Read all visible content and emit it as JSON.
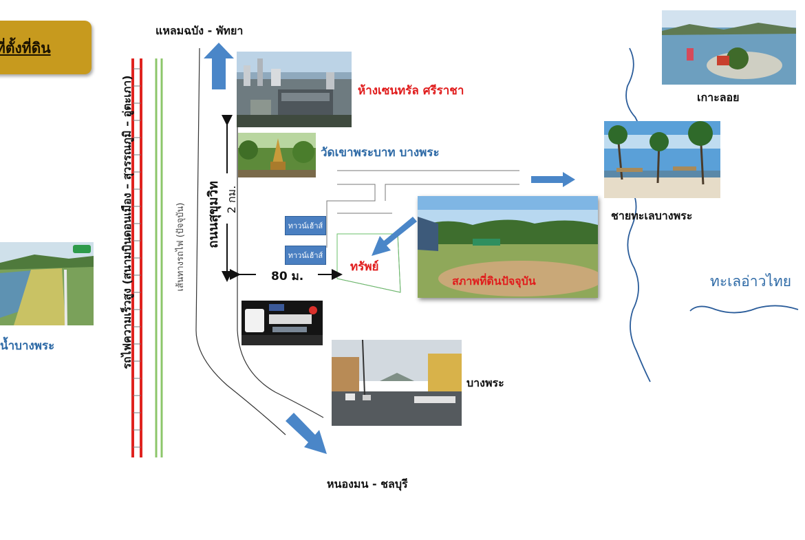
{
  "title_badge": "ที่ตั้งที่ดิน",
  "places": {
    "top_road_label": "แหลมฉบัง - พัทยา",
    "mall": "ห้างเซนทรัล ศรีราชา",
    "temple": "วัดเขาพระบาท บางพระ",
    "beach": "ชายทะเลบางพระ",
    "island": "เกาะลอย",
    "sea": "ทะเลอ่าวไทย",
    "bangphra": "บางพระ",
    "bottom_road_label": "หนองมน - ชลบุรี",
    "reservoir": "น้ำบางพระ",
    "property": "ทรัพย์",
    "land_condition": "สภาพที่ดินปัจจุบัน",
    "townhouse_1": "ทาวน์เฮ้าส์",
    "townhouse_2": "ทาวน์เฮ้าส์"
  },
  "roads": {
    "highspeed_rail": "รถไฟความเร็วสูง (สนามบินดอนเมือง – สุวรรณภูมิ – อู่ตะเภา)",
    "current_rail": "เส้นทางรถไฟ (ปัจจุบัน)",
    "sukhumvit": "ถนนสุขุมวิท",
    "distance_2km": "2 กม.",
    "distance_80m": "80 ม."
  },
  "colors": {
    "badge_bg": "#c79a1e",
    "arrow_blue": "#4a86c8",
    "rail_red": "#e0231f",
    "rail_green": "#8cc66a",
    "label_blue": "#2e6aa6",
    "label_red": "#e01c1c"
  }
}
